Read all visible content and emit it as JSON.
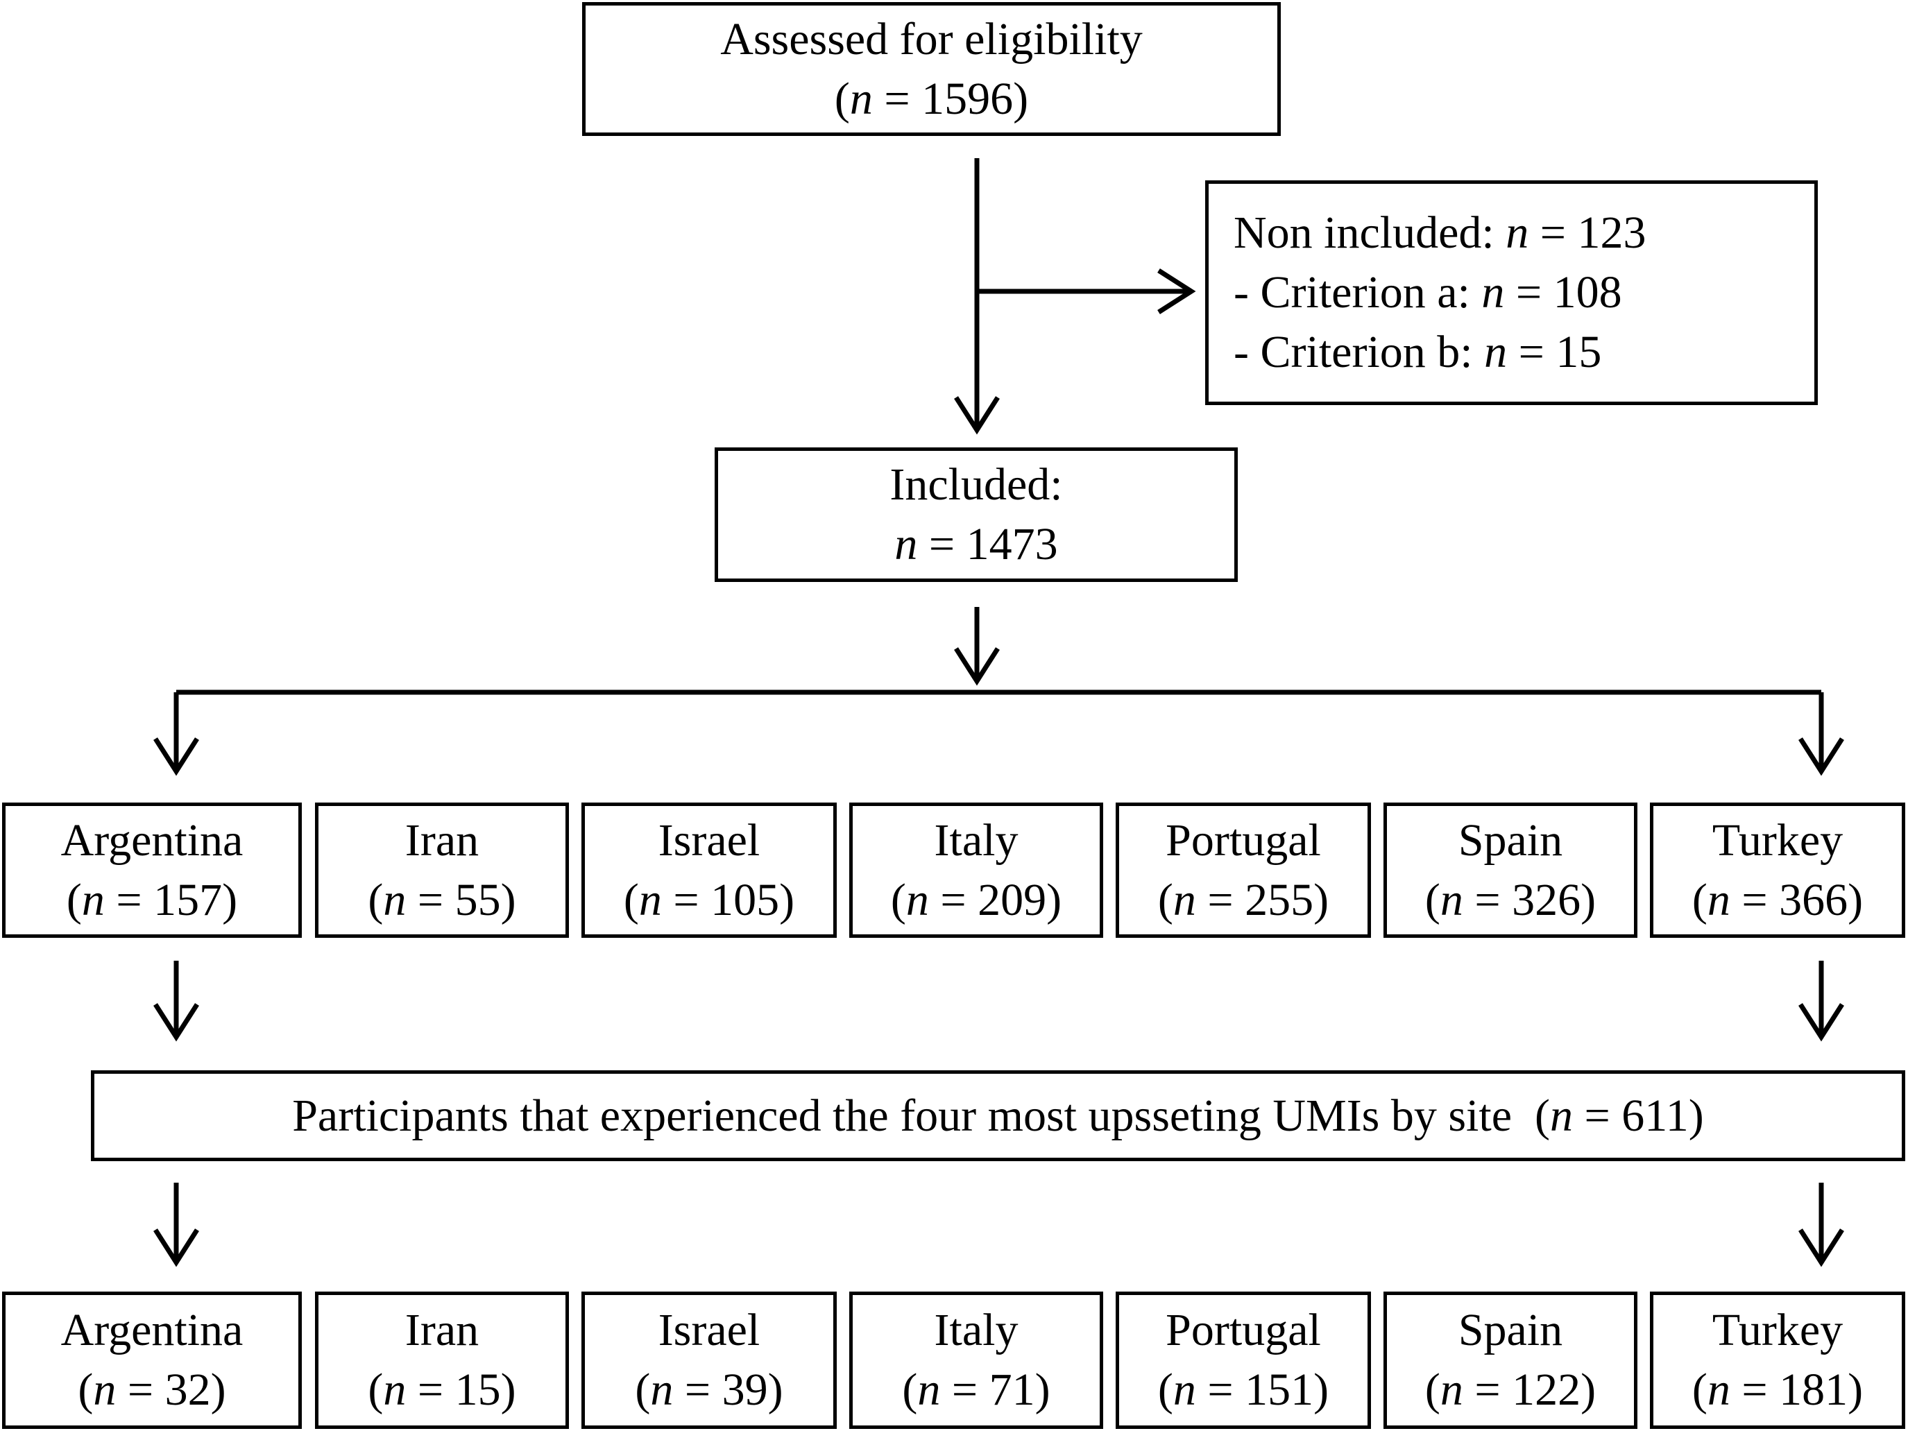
{
  "assessed": {
    "label": "Assessed for eligibility",
    "n_prefix": "(",
    "n_symbol": "n",
    "n_eq": " = 1596)"
  },
  "excluded": {
    "title_label": "Non included: ",
    "title_symbol": "n",
    "title_eq": " = 123",
    "crit_a_label": "- Criterion a: ",
    "crit_a_symbol": "n",
    "crit_a_eq": " = 108",
    "crit_b_label": "- Criterion b: ",
    "crit_b_symbol": "n",
    "crit_b_eq": " = 15"
  },
  "included": {
    "label": "Included:",
    "n_symbol": "n",
    "n_eq": " = 1473"
  },
  "sites": [
    {
      "name": "Argentina",
      "n_prefix": "(",
      "n_symbol": "n",
      "n_eq": " = 157)"
    },
    {
      "name": "Iran",
      "n_prefix": "(",
      "n_symbol": "n",
      "n_eq": " = 55)"
    },
    {
      "name": "Israel",
      "n_prefix": "(",
      "n_symbol": "n",
      "n_eq": " = 105)"
    },
    {
      "name": "Italy",
      "n_prefix": "(",
      "n_symbol": "n",
      "n_eq": " = 209)"
    },
    {
      "name": "Portugal",
      "n_prefix": "(",
      "n_symbol": "n",
      "n_eq": " = 255)"
    },
    {
      "name": "Spain",
      "n_prefix": "(",
      "n_symbol": "n",
      "n_eq": " = 326)"
    },
    {
      "name": "Turkey",
      "n_prefix": "(",
      "n_symbol": "n",
      "n_eq": " = 366)"
    }
  ],
  "participants": {
    "label": "Participants that experienced the four most upsseting UMIs by site  (",
    "n_symbol": "n",
    "n_eq": " = 611)"
  },
  "umi_sites": [
    {
      "name": "Argentina",
      "n_prefix": "(",
      "n_symbol": "n",
      "n_eq": " = 32)"
    },
    {
      "name": "Iran",
      "n_prefix": "(",
      "n_symbol": "n",
      "n_eq": " = 15)"
    },
    {
      "name": "Israel",
      "n_prefix": "(",
      "n_symbol": "n",
      "n_eq": " = 39)"
    },
    {
      "name": "Italy",
      "n_prefix": "(",
      "n_symbol": "n",
      "n_eq": " = 71)"
    },
    {
      "name": "Portugal",
      "n_prefix": "(",
      "n_symbol": "n",
      "n_eq": " = 151)"
    },
    {
      "name": "Spain",
      "n_prefix": "(",
      "n_symbol": "n",
      "n_eq": " = 122)"
    },
    {
      "name": "Turkey",
      "n_prefix": "(",
      "n_symbol": "n",
      "n_eq": " = 181)"
    }
  ]
}
